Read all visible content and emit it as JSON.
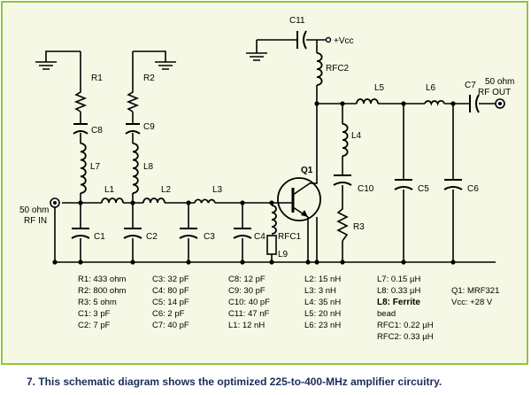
{
  "caption": "7. This schematic diagram shows the optimized 225-to-400-MHz amplifier circuitry.",
  "ports": {
    "rf_in_line1": "50 ohm",
    "rf_in_line2": "RF IN",
    "rf_out_line1": "50 ohm",
    "rf_out_line2": "RF OUT",
    "vcc": "+Vcc"
  },
  "component_labels": {
    "R1": "R1",
    "R2": "R2",
    "R3": "R3",
    "C1": "C1",
    "C2": "C2",
    "C3": "C3",
    "C4": "C4",
    "C5": "C5",
    "C6": "C6",
    "C7": "C7",
    "C8": "C8",
    "C9": "C9",
    "C10": "C10",
    "C11": "C11",
    "L1": "L1",
    "L2": "L2",
    "L3": "L3",
    "L4": "L4",
    "L5": "L5",
    "L6": "L6",
    "L7": "L7",
    "L8": "L8",
    "L9": "L9",
    "RFC1": "RFC1",
    "RFC2": "RFC2",
    "Q1": "Q1"
  },
  "values": {
    "col1": [
      "R1: 433 ohm",
      "R2: 800 ohm",
      "R3: 5 ohm",
      "C1: 3 pF",
      "C2: 7 pF"
    ],
    "col2": [
      "C3: 32 pF",
      "C4: 80 pF",
      "C5: 14 pF",
      "C6: 2 pF",
      "C7: 40 pF"
    ],
    "col3": [
      "C8: 12 pF",
      "C9: 30 pF",
      "C10: 40 pF",
      "C11: 47 nF",
      "L1: 12 nH"
    ],
    "col4": [
      "L2: 15 nH",
      "L3: 3 nH",
      "L4: 35 nH",
      "L5: 20 nH",
      "L6: 23 nH"
    ],
    "col5": [
      "L7: 0.15 µH",
      "L8: 0.33 µH",
      "L8: Ferrite",
      "bead",
      "RFC1: 0.22 µH",
      "RFC2: 0.33 µH"
    ],
    "col6": [
      "Q1: MRF321",
      "Vcc: +28 V"
    ]
  }
}
